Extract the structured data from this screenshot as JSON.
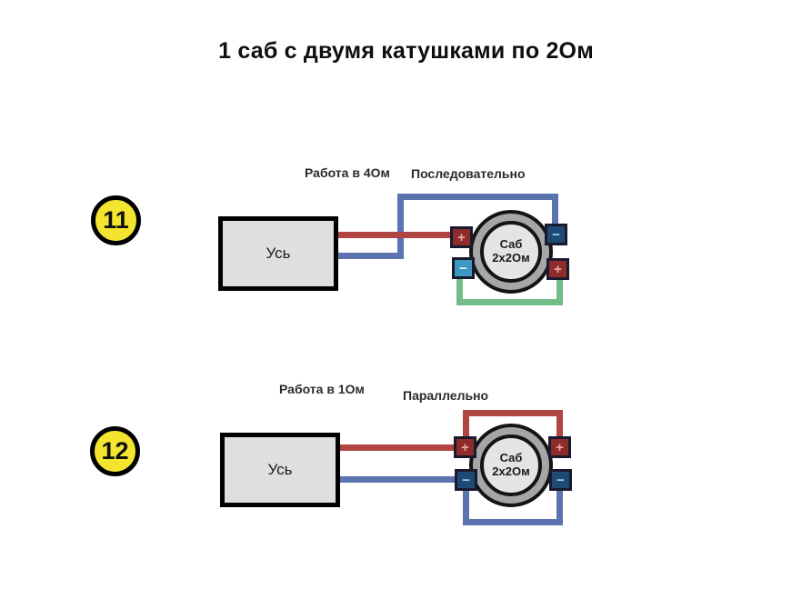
{
  "page": {
    "title": "1 саб с двумя катушками по 2Ом"
  },
  "colors": {
    "wire_red": "#b04542",
    "wire_blue": "#5b74b0",
    "wire_green": "#74bd8b",
    "badge_fill": "#f3e52f",
    "terminal_red_fill": "#8e2b2b",
    "terminal_blue_dark_fill": "#1f4a74",
    "terminal_blue_light_fill": "#3e97c0",
    "mark_on_red": "#eda9a9",
    "mark_on_blue": "#9bd6f0",
    "mark_on_light_blue": "#eaf8fe"
  },
  "diagrams": [
    {
      "badge": "11",
      "mode_label": "Работа в 4Ом",
      "scheme_label": "Последовательно",
      "amp_label": "Усь",
      "speaker_label_1": "Саб",
      "speaker_label_2": "2х2Ом",
      "terminals": {
        "tl": "+",
        "tr": "−",
        "bl": "−",
        "br": "+"
      }
    },
    {
      "badge": "12",
      "mode_label": "Работа в 1Ом",
      "scheme_label": "Параллельно",
      "amp_label": "Усь",
      "speaker_label_1": "Саб",
      "speaker_label_2": "2х2Ом",
      "terminals": {
        "tl": "+",
        "tr": "+",
        "bl": "−",
        "br": "−"
      }
    }
  ]
}
